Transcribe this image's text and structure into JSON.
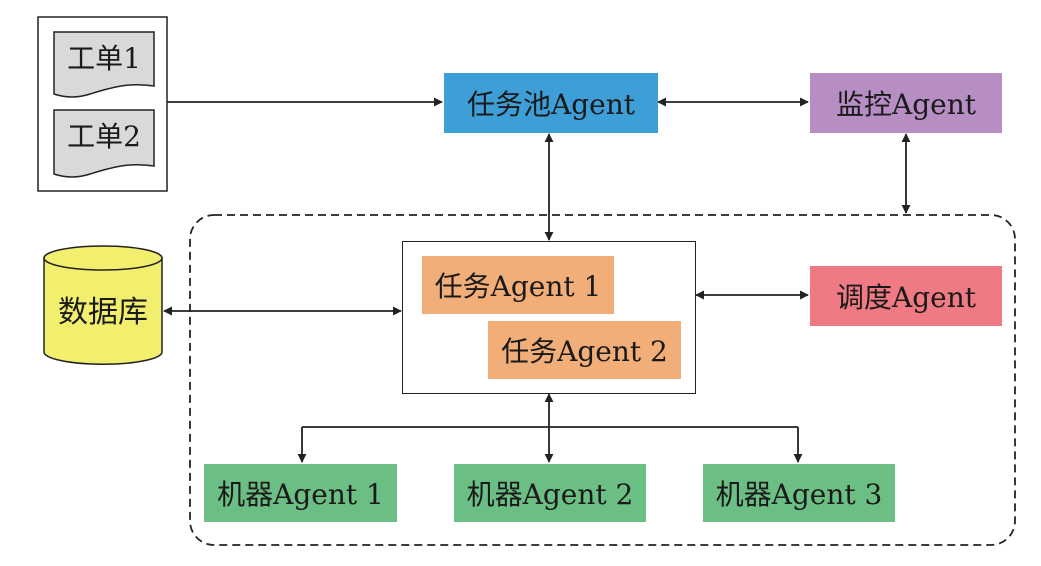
{
  "documents": [
    {
      "label": "工单1"
    },
    {
      "label": "工单2"
    }
  ],
  "database": {
    "label": "数据库"
  },
  "agents": {
    "task_pool": {
      "label": "任务池Agent",
      "color": "#3e9fd8"
    },
    "monitor": {
      "label": "监控Agent",
      "color": "#b68ec4"
    },
    "scheduler": {
      "label": "调度Agent",
      "color": "#f07a84"
    },
    "task_1": {
      "label": "任务Agent 1",
      "color": "#f2ae78"
    },
    "task_2": {
      "label": "任务Agent 2",
      "color": "#f2ae78"
    },
    "machine_1": {
      "label": "机器Agent 1",
      "color": "#6cbf84"
    },
    "machine_2": {
      "label": "机器Agent 2",
      "color": "#6cbf84"
    },
    "machine_3": {
      "label": "机器Agent 3",
      "color": "#6cbf84"
    }
  },
  "colors": {
    "document_fill": "#d9d9d9",
    "database_fill": "#f2ef6e",
    "line": "#222222"
  }
}
